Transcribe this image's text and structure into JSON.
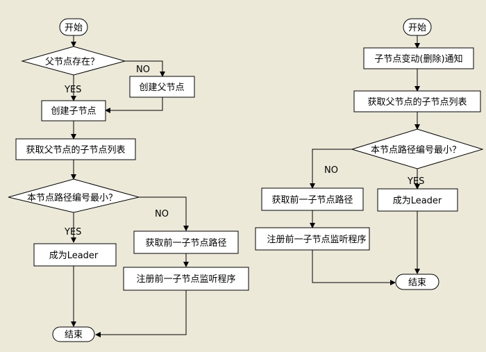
{
  "left_flow": {
    "start": "开始",
    "q_parent_exists": "父节点存在？",
    "no_label_1": "NO",
    "create_parent": "创建父节点",
    "yes_label_1": "YES",
    "create_child": "创建子节点",
    "get_children": "获取父节点的子节点列表",
    "q_smallest": "本节点路径编号最小？",
    "no_label_2": "NO",
    "yes_label_2": "YES",
    "become_leader": "成为Leader",
    "get_prev_path": "获取前一子节点路径",
    "register_watch": "注册前一子节点监听程序",
    "end": "结束"
  },
  "right_flow": {
    "start": "开始",
    "child_change_notice": "子节点变动(删除)通知",
    "get_children": "获取父节点的子节点列表",
    "q_smallest": "本节点路径编号最小？",
    "no_label": "NO",
    "yes_label": "YES",
    "get_prev_path": "获取前一子节点路径",
    "become_leader": "成为Leader",
    "register_watch": "注册前一子节点监听程序",
    "end": "结束"
  }
}
